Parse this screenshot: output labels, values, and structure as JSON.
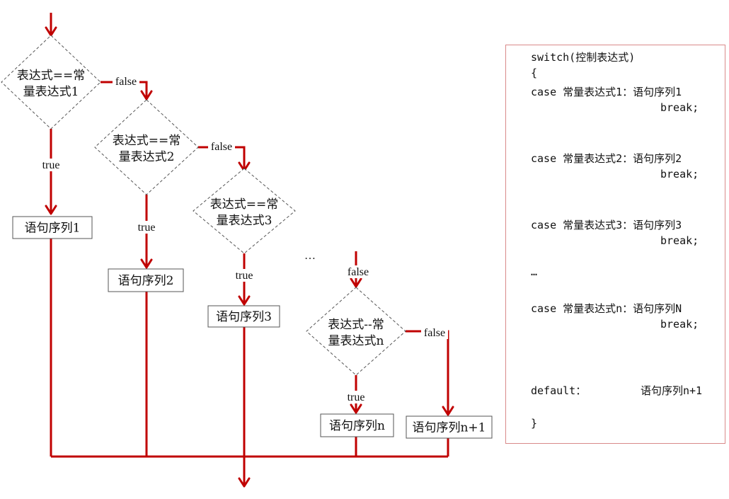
{
  "flowchart": {
    "conditions": [
      "表达式==常量表达式1",
      "表达式==常量表达式2",
      "表达式==常量表达式3",
      "表达式--常量表达式n"
    ],
    "statements": [
      "语句序列1",
      "语句序列2",
      "语句序列3",
      "语句序列n",
      "语句序列n+1"
    ],
    "true_label": "true",
    "false_label": "false",
    "ellipsis": "…",
    "colors": {
      "arrow": "#c00000",
      "outline": "#555555"
    }
  },
  "code": {
    "lines": [
      "switch(控制表达式)",
      "{",
      "case 常量表达式1：语句序列1",
      "break;",
      "case 常量表达式2：语句序列2",
      "break;",
      "case 常量表达式3：语句序列3",
      "break;",
      "…",
      "case 常量表达式n：语句序列N",
      "break;",
      "default：",
      "语句序列n+1",
      "}"
    ]
  }
}
